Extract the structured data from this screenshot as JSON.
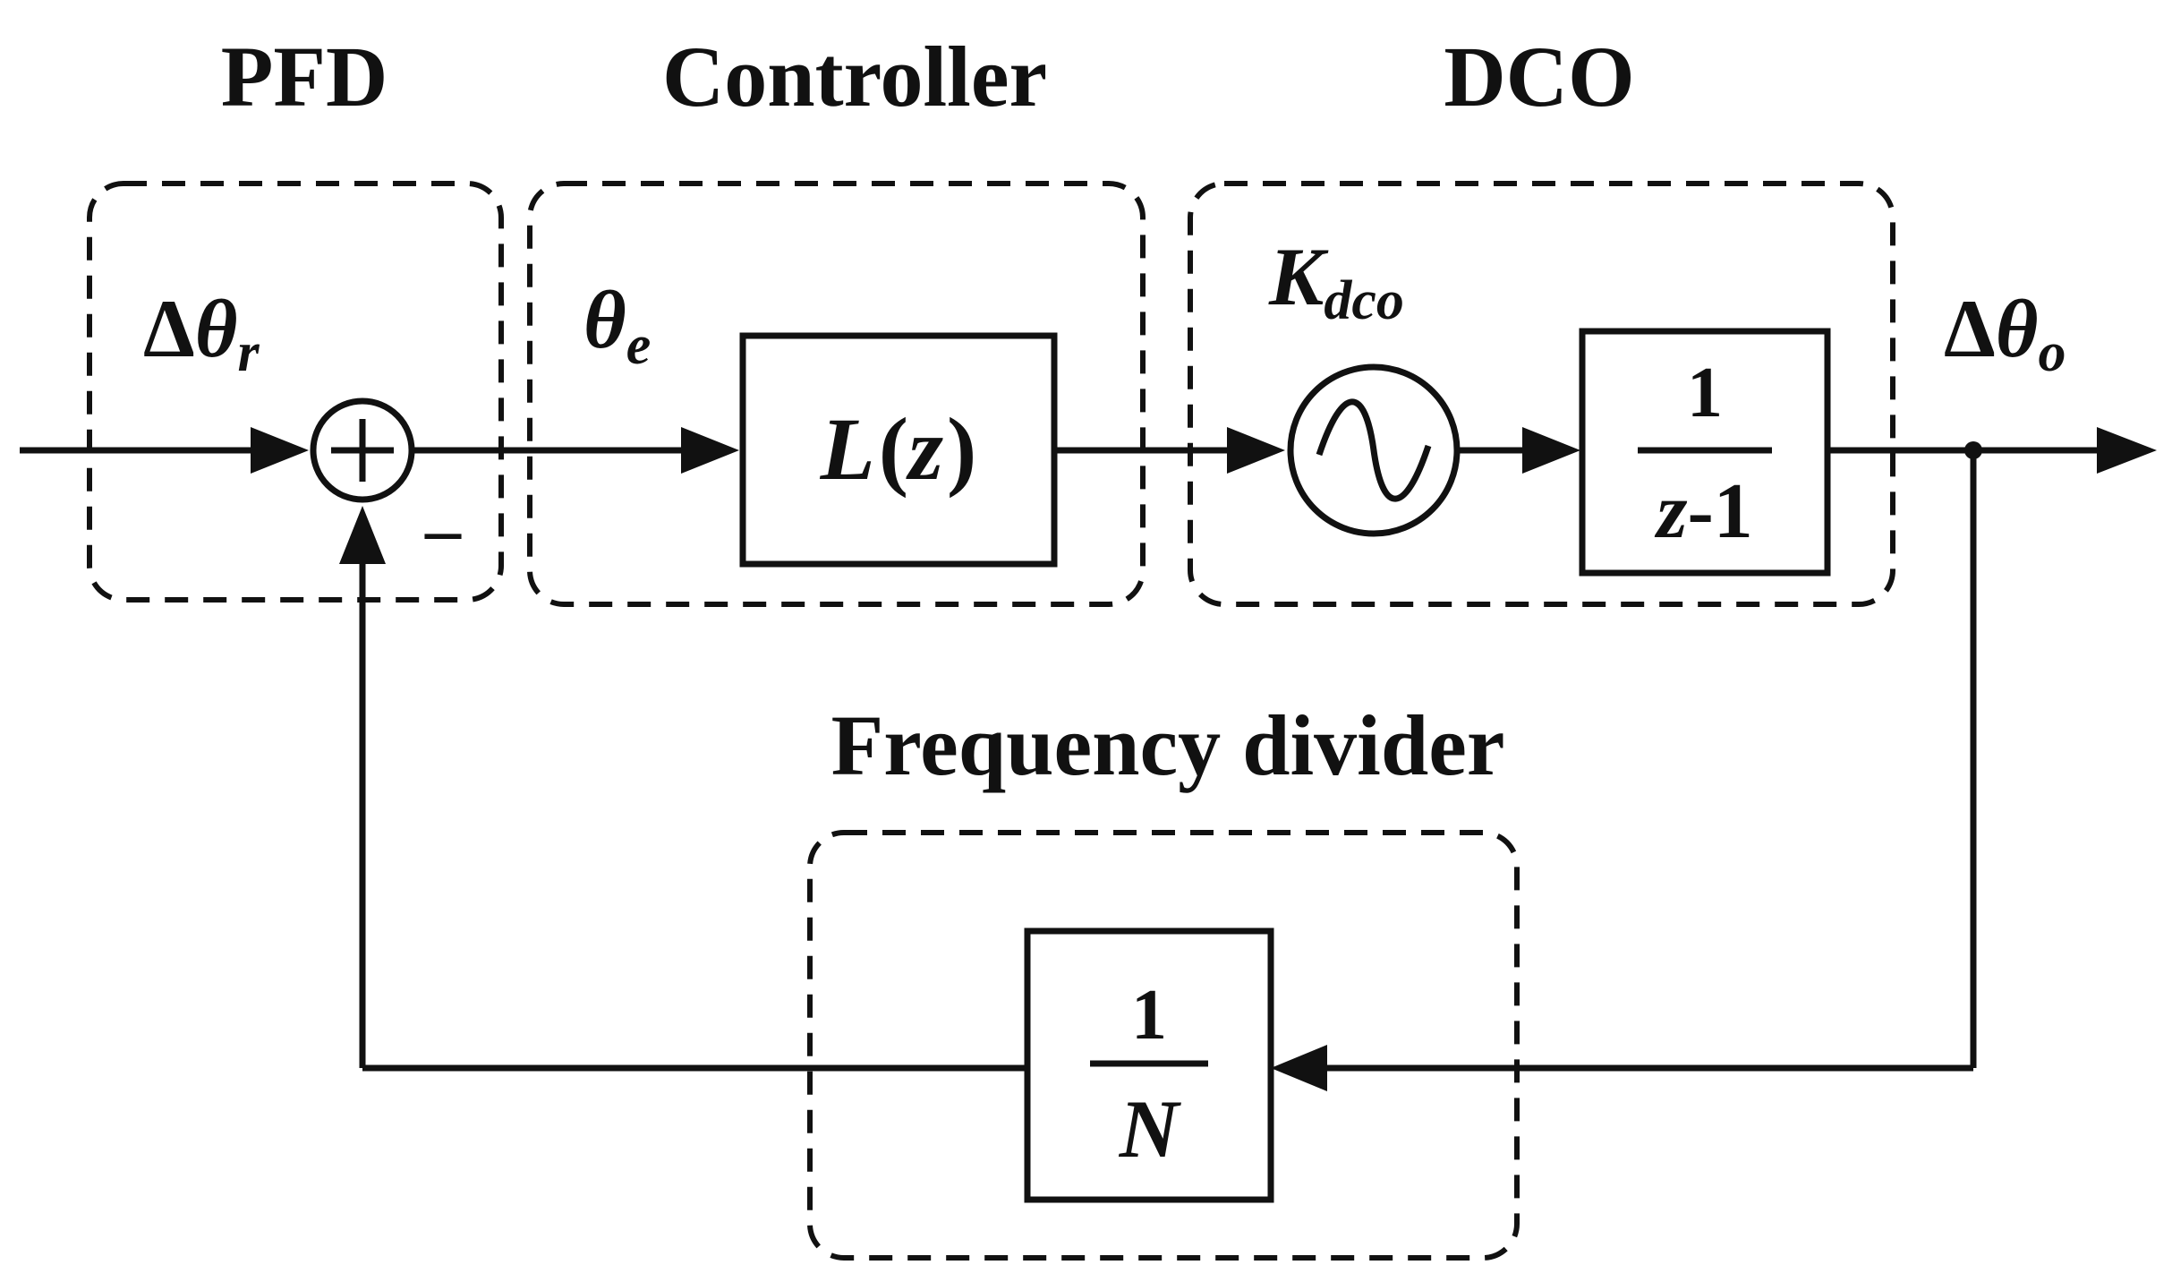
{
  "blocks": {
    "pfd": {
      "title": "PFD"
    },
    "controller": {
      "title": "Controller"
    },
    "dco": {
      "title": "DCO"
    },
    "divider": {
      "title": "Frequency divider"
    }
  },
  "signals": {
    "input": {
      "delta": "Δ",
      "symbol": "θ",
      "subscript": "r"
    },
    "error": {
      "symbol": "θ",
      "subscript": "e"
    },
    "gain": {
      "symbol": "K",
      "subscript": "dco"
    },
    "output": {
      "delta": "Δ",
      "symbol": "θ",
      "subscript": "o"
    }
  },
  "transfer_functions": {
    "loop_filter": {
      "L": "L",
      "open": "(",
      "z": "z",
      "close": ")"
    },
    "integrator": {
      "numerator": "1",
      "den_var": "z",
      "den_rest": "-1"
    },
    "divider": {
      "numerator": "1",
      "denominator": "N"
    }
  },
  "summer": {
    "minus_sign": "–"
  }
}
